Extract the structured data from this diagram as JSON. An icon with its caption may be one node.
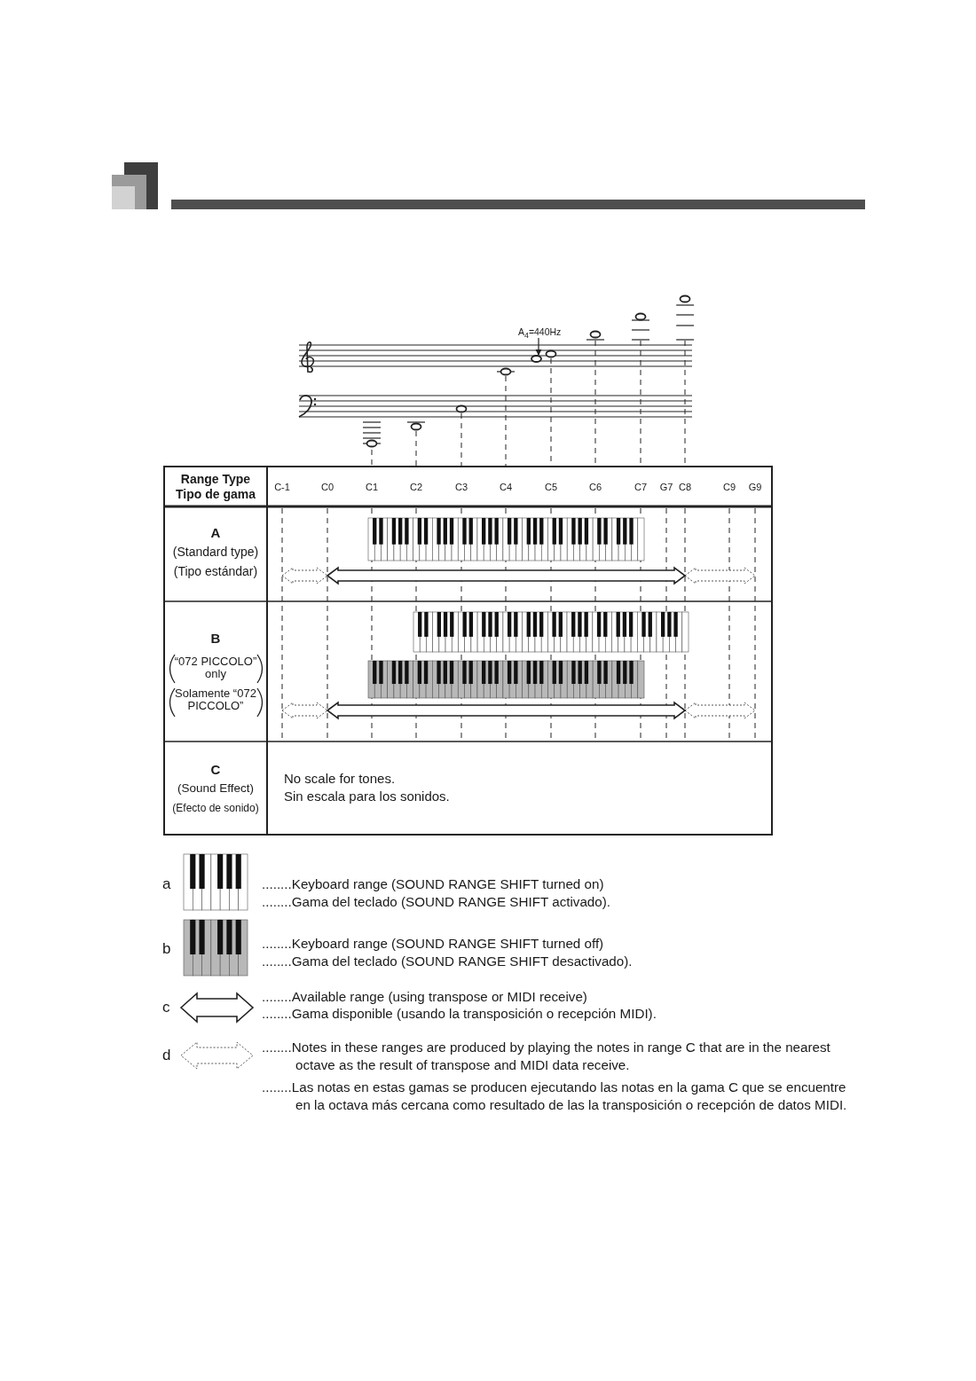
{
  "diagram": {
    "nodes": [
      {
        "text": [
          "A$_{4}$=440Hz"
        ]
      },
      {
        "text": [],
        "shape": "circle"
      }
    ],
    "edges": [
      {
        "from": 0,
        "to": 1,
        "arrow": "to"
      }
    ],
    "labels": [
      "Range Type",
      "Tipo de gama",
      "C-1",
      "C0",
      "C1",
      "C2",
      "C3",
      "C4",
      "C5",
      "C6",
      "C7",
      "G7",
      "C8",
      "C9",
      "G9",
      "A",
      "(Standard type)",
      "(Tipo estándar)",
      "B",
      "“072 PICCOLO” only",
      "Solamente “072 PICCOLO”",
      "C",
      "(Sound Effect)",
      "(Efecto de sonido)",
      "No scale for tones.",
      "Sin escala para los sonidos.",
      "a",
      "b",
      "c",
      "d"
    ],
    "legend": [
      {
        "text": "........Keyboard range (SOUND RANGE SHIFT turned on)"
      },
      {
        "text": "........Gama del teclado (SOUND RANGE SHIFT activado)."
      },
      {
        "text": "........Keyboard range (SOUND RANGE SHIFT turned off)"
      },
      {
        "text": "........Gama del teclado (SOUND RANGE SHIFT desactivado)."
      },
      {
        "text": "........Available range (using transpose or MIDI receive)"
      },
      {
        "text": "........Gama disponible (usando la transposición o recepción MIDI)."
      },
      {
        "text": "........Notes in these ranges are produced by playing the notes in range C that are in the nearest octave as the result of transpose and MIDI data receive."
      },
      {
        "text": "........Las notas en estas gamas se producen ejecutando las notas en la gama C que se encuentre en la octava más cercana como resultado de las la transposición o recepción de datos MIDI."
      }
    ]
  }
}
